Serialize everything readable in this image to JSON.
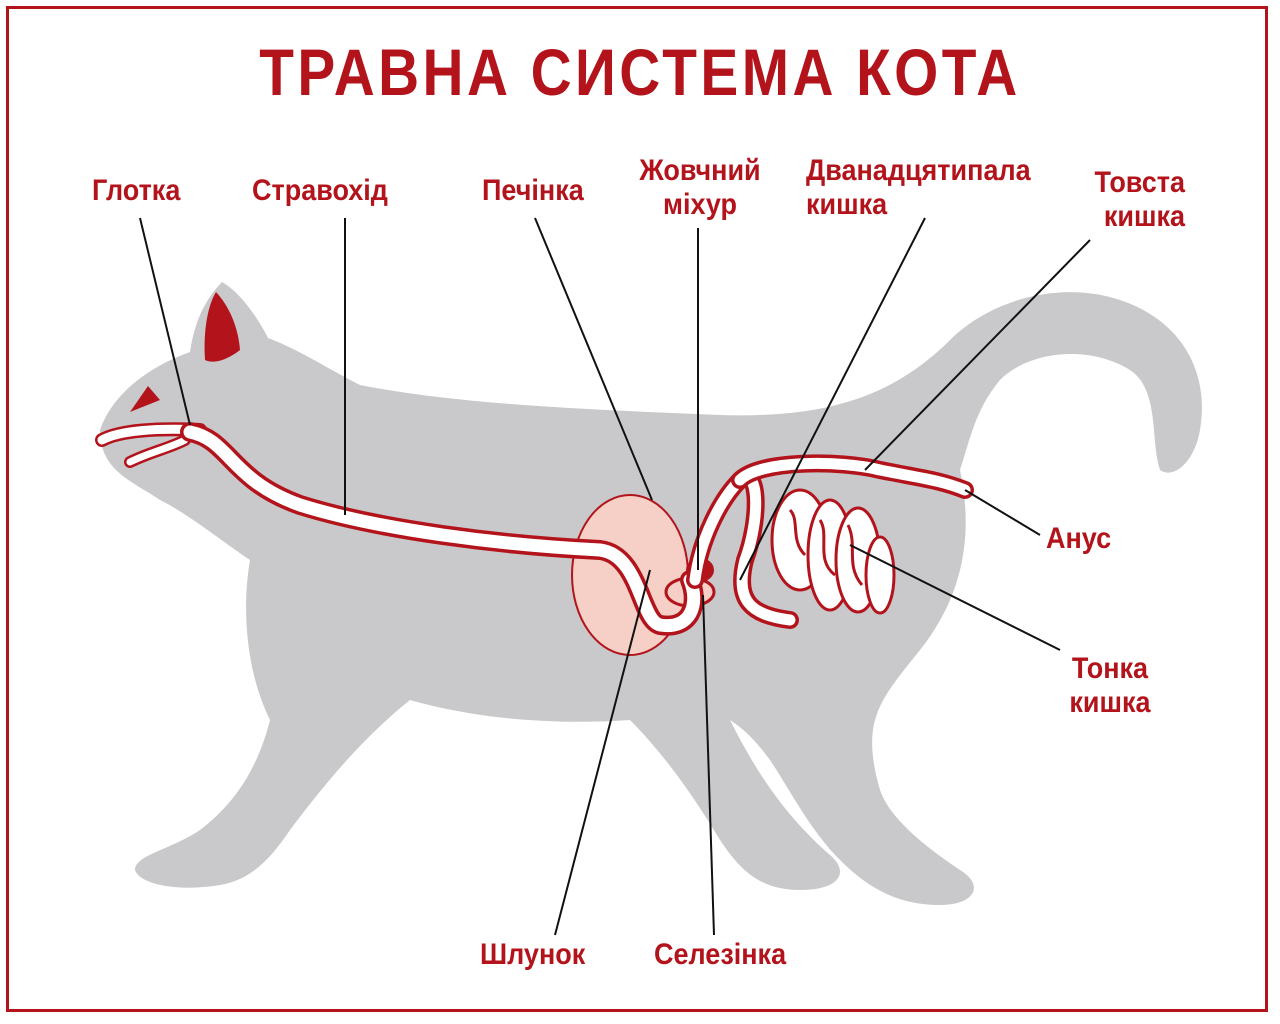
{
  "title": "ТРАВНА СИСТЕМА КОТА",
  "colors": {
    "accent": "#b3141c",
    "body": "#c9c9cb",
    "organ_fill": "#f6cfc6",
    "tract_fill": "#ffffff"
  },
  "labels": {
    "pharynx": "Глотка",
    "esophagus": "Стравохід",
    "liver": "Печінка",
    "gallbladder": "Жовчний\nміхур",
    "duodenum": "Дванадцятипала\nкишка",
    "large_intestine": "Товста\nкишка",
    "anus": "Анус",
    "small_intestine": "Тонка\nкишка",
    "stomach": "Шлунок",
    "spleen": "Селезінка"
  }
}
